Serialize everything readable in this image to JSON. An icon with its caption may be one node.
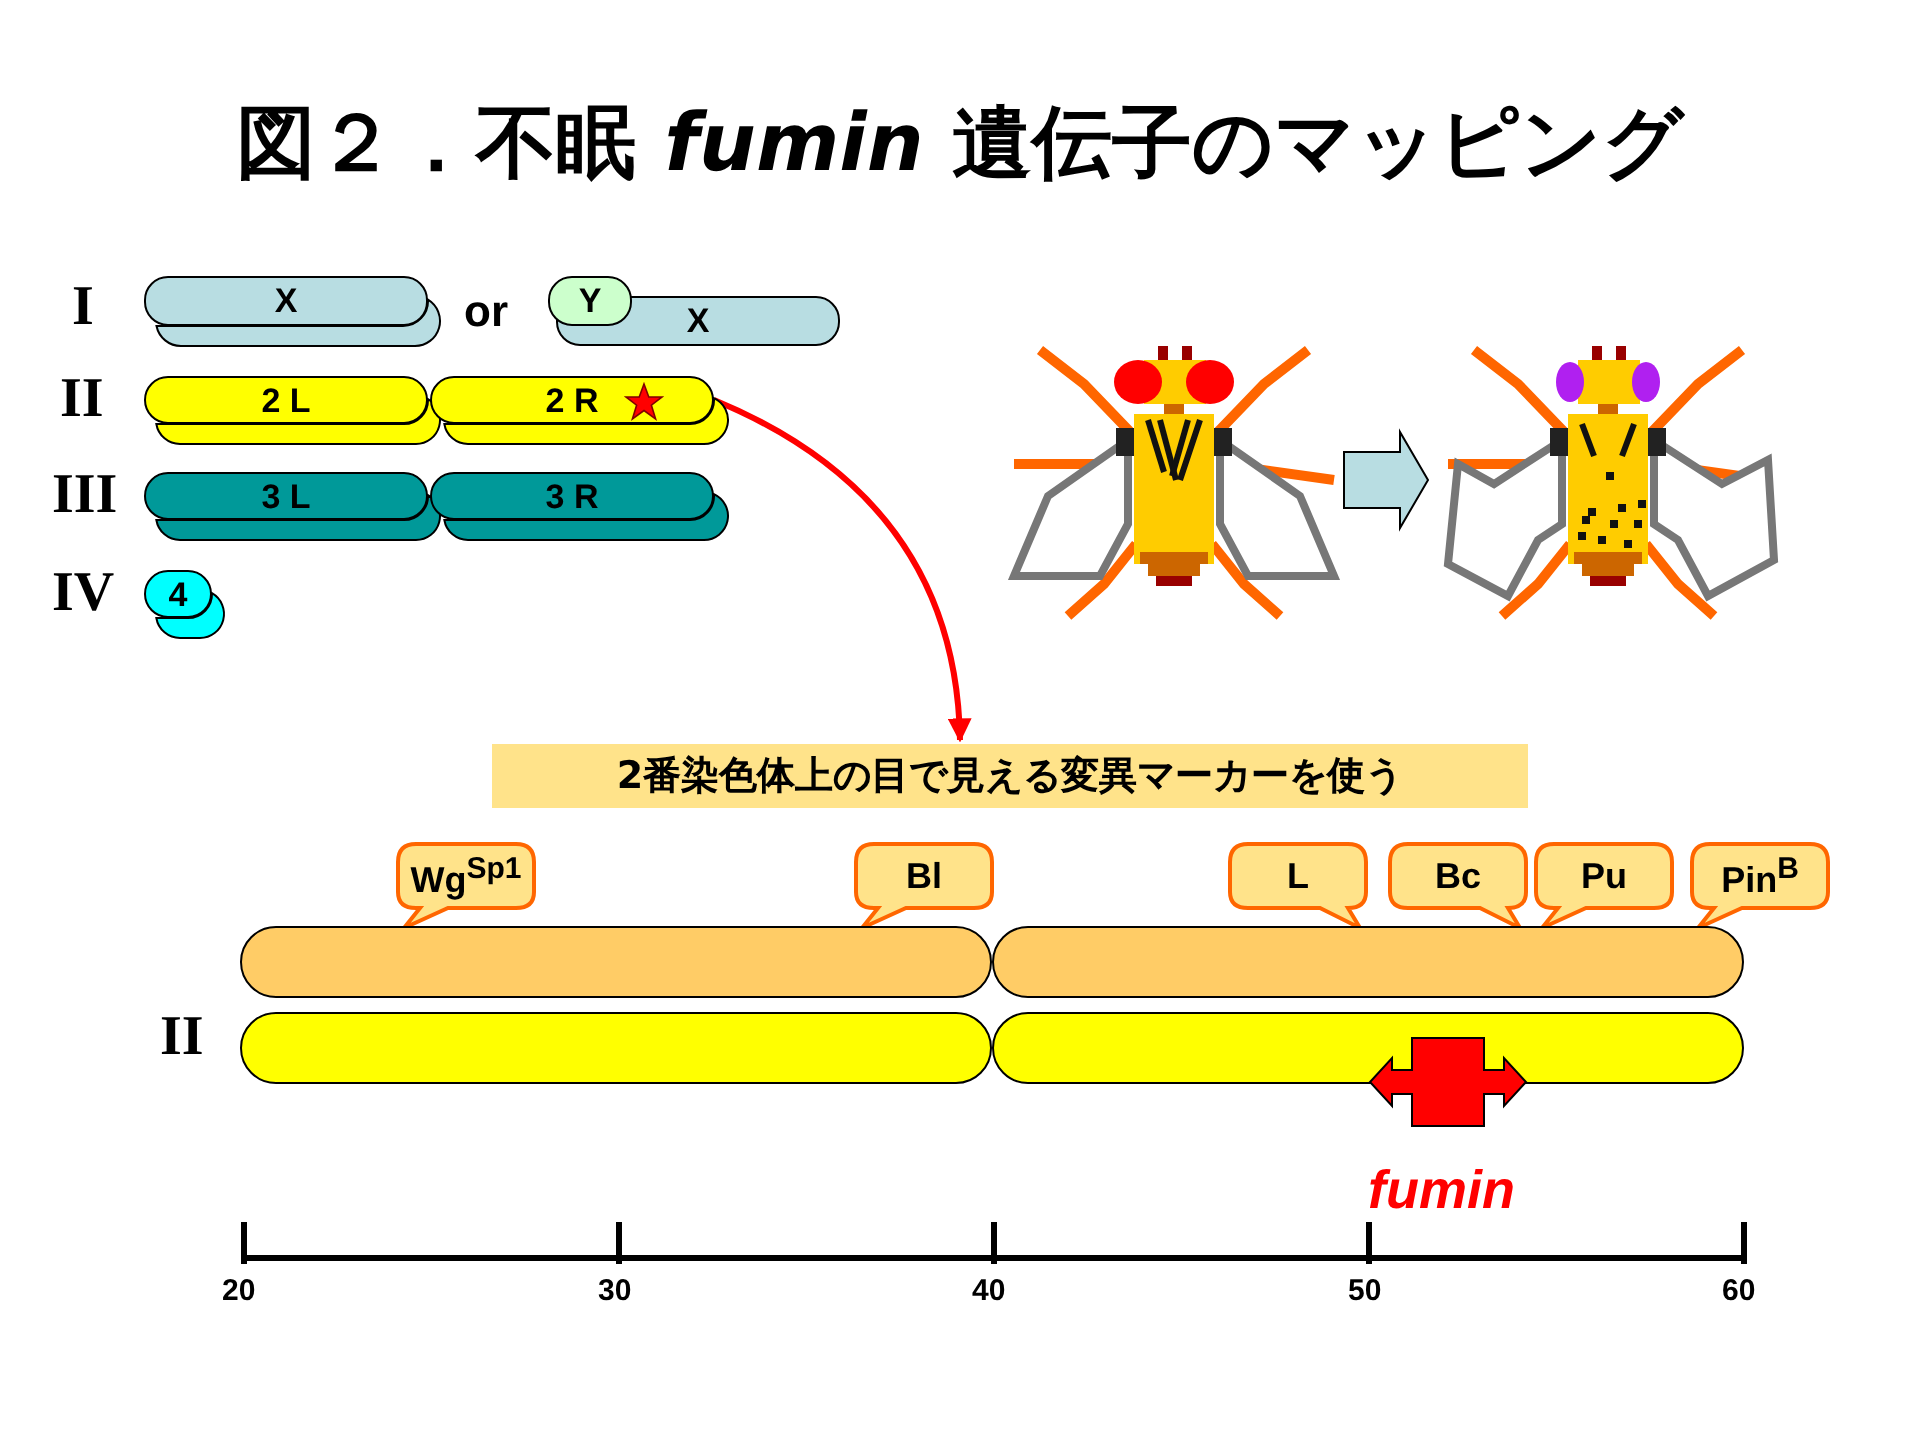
{
  "diagram": {
    "title": "図２．不眠 *fumin* 遺伝子のマッピング",
    "nodes": [
      {
        "text": [
          "X"
        ]
      },
      {
        "text": [],
        "shape": "bar"
      },
      {
        "text": [
          "Y"
        ]
      },
      {
        "text": [
          "X"
        ]
      },
      {
        "text": [
          "2 L"
        ]
      },
      {
        "text": [],
        "shape": "bar"
      },
      {
        "text": [
          "2 R"
        ]
      },
      {
        "text": [],
        "shape": "bar"
      },
      {
        "text": [
          "3 L"
        ]
      },
      {
        "text": [],
        "shape": "bar"
      },
      {
        "text": [
          "3 R"
        ]
      },
      {
        "text": [],
        "shape": "bar"
      },
      {
        "text": [
          "4"
        ]
      },
      {
        "text": [],
        "shape": "bar"
      },
      {
        "text": [],
        "shape": "picture"
      },
      {
        "text": [],
        "shape": "picture"
      },
      {
        "text": [
          "2番染色体上の目で見える変異マーカーを使う"
        ]
      },
      {
        "text": [
          "Wg$^{Sp1}$"
        ]
      },
      {
        "text": [
          "Bl"
        ]
      },
      {
        "text": [
          "L"
        ]
      },
      {
        "text": [
          "Bc"
        ]
      },
      {
        "text": [
          "Pu"
        ]
      },
      {
        "text": [
          "Pin$^{B}$"
        ]
      },
      {
        "text": [],
        "shape": "bar"
      },
      {
        "text": [],
        "shape": "bar"
      },
      {
        "text": [],
        "shape": "bar"
      },
      {
        "text": [],
        "shape": "bar"
      },
      {
        "text": [],
        "shape": "box",
        "beside": [
          "fumin"
        ]
      }
    ],
    "edges": [
      {
        "from": 6,
        "to": 16,
        "arrow": "to",
        "color": "#ff0000"
      },
      {
        "from": 14,
        "to": 15,
        "arrow": "to",
        "color": "#b8dde2"
      }
    ],
    "labels": [
      "I",
      "or",
      "II",
      "III",
      "IV",
      "II",
      "20",
      "30",
      "40",
      "50",
      "60"
    ]
  }
}
